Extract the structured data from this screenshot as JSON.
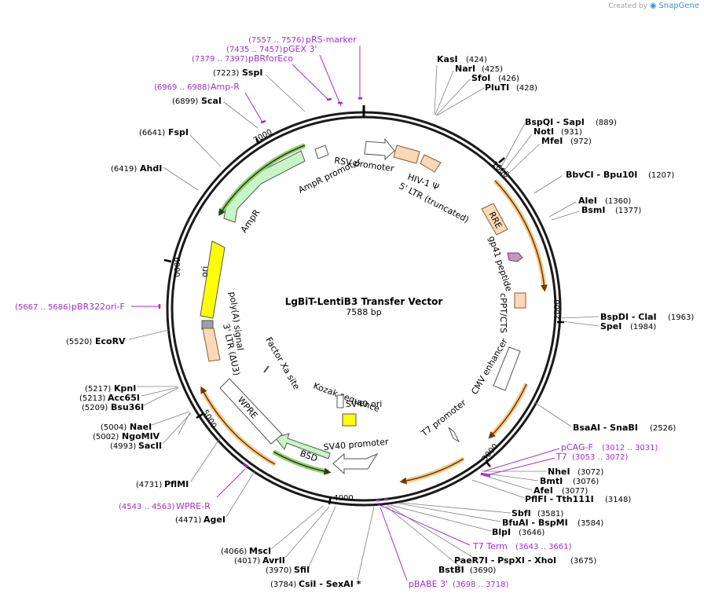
{
  "header": {
    "created_by": "Created by",
    "brand": "SnapGene"
  },
  "map": {
    "title": "LgBiT-LentiB3 Transfer Vector",
    "length": "7588 bp"
  },
  "ticks": [
    "1000",
    "2000",
    "3000",
    "4000",
    "5000",
    "6000",
    "7000"
  ],
  "enzymes": [
    {
      "name": "KasI",
      "pos": "(424)"
    },
    {
      "name": "NarI",
      "pos": "(425)"
    },
    {
      "name": "SfoI",
      "pos": "(426)"
    },
    {
      "name": "PluTI",
      "pos": "(428)"
    },
    {
      "name": "BspQI - SapI",
      "pos": "(889)"
    },
    {
      "name": "NotI",
      "pos": "(931)"
    },
    {
      "name": "MfeI",
      "pos": "(972)"
    },
    {
      "name": "BbvCI - Bpu10I",
      "pos": "(1207)"
    },
    {
      "name": "AleI",
      "pos": "(1360)"
    },
    {
      "name": "BsmI",
      "pos": "(1377)"
    },
    {
      "name": "BspDI - ClaI",
      "pos": "(1963)"
    },
    {
      "name": "SpeI",
      "pos": "(1984)"
    },
    {
      "name": "BsaAI - SnaBI",
      "pos": "(2526)"
    },
    {
      "name": "NheI",
      "pos": "(3072)"
    },
    {
      "name": "BmtI",
      "pos": "(3076)"
    },
    {
      "name": "AfeI",
      "pos": "(3077)"
    },
    {
      "name": "PflFI - Tth111I",
      "pos": "(3148)"
    },
    {
      "name": "SbfI",
      "pos": "(3581)"
    },
    {
      "name": "BfuAI - BspMI",
      "pos": "(3584)"
    },
    {
      "name": "BlpI",
      "pos": "(3646)"
    },
    {
      "name": "PaeR7I - PspXI - XhoI",
      "pos": "(3675)"
    },
    {
      "name": "BstBI",
      "pos": "(3690)"
    },
    {
      "name": "CsiI - SexAI *",
      "pos": "(3784)"
    },
    {
      "name": "SfiI",
      "pos": "(3970)"
    },
    {
      "name": "AvrII",
      "pos": "(4017)"
    },
    {
      "name": "MscI",
      "pos": "(4066)"
    },
    {
      "name": "AgeI",
      "pos": "(4471)"
    },
    {
      "name": "PflMI",
      "pos": "(4731)"
    },
    {
      "name": "SacII",
      "pos": "(4993)"
    },
    {
      "name": "NgoMIV",
      "pos": "(5002)"
    },
    {
      "name": "NaeI",
      "pos": "(5004)"
    },
    {
      "name": "Bsu36I",
      "pos": "(5209)"
    },
    {
      "name": "Acc65I",
      "pos": "(5213)"
    },
    {
      "name": "KpnI",
      "pos": "(5217)"
    },
    {
      "name": "EcoRV",
      "pos": "(5520)"
    },
    {
      "name": "AhdI",
      "pos": "(6419)"
    },
    {
      "name": "FspI",
      "pos": "(6641)"
    },
    {
      "name": "ScaI",
      "pos": "(6899)"
    },
    {
      "name": "SspI",
      "pos": "(7223)"
    }
  ],
  "primers": [
    {
      "name": "pRS-marker",
      "range": "(7557 .. 7576)"
    },
    {
      "name": "pGEX 3'",
      "range": "(7435 .. 7457)"
    },
    {
      "name": "pBRforEco",
      "range": "(7379 .. 7397)"
    },
    {
      "name": "Amp-R",
      "range": "(6969 .. 6988)"
    },
    {
      "name": "pBR322ori-F",
      "range": "(5667 .. 5686)"
    },
    {
      "name": "WPRE-R",
      "range": "(4543 .. 4563)"
    },
    {
      "name": "pCAG-F",
      "range": "(3012 .. 3031)"
    },
    {
      "name": "T7",
      "range": "(3053 .. 3072)"
    },
    {
      "name": "T7 Term",
      "range": "(3643 .. 3661)"
    },
    {
      "name": "pBABE 3'",
      "range": "(3698 .. 3718)"
    }
  ],
  "features": {
    "rsv_promoter": "RSV promoter",
    "hiv_psi": "HIV-1 Ψ",
    "ltr5": "5' LTR (truncated)",
    "rre": "RRE",
    "gp41": "gp41 peptide",
    "cppt": "cPPT/CTS",
    "cmv": "CMV enhancer",
    "t7_promoter": "T7 promoter",
    "kozak": "Kozak sequence",
    "sv40_ori": "SV40 ori",
    "sv40_promoter": "SV40 promoter",
    "bsd": "BSD",
    "wpre": "WPRE",
    "factor_xa": "Factor Xa site",
    "ltr3": "3' LTR (ΔU3)",
    "polya": "poly(A) signal",
    "ori": "ori",
    "ampr": "AmpR",
    "ampr_promoter": "AmpR promoter"
  },
  "colors": {
    "backbone": "#1a1a1a",
    "primer": "#a32fd0",
    "promoter_fill": "#ffffff",
    "ltr_fill": "#fbd9b8",
    "marker_fill": "#c8f5c8",
    "ori_fill": "#ffff00",
    "highlight_orange": "#f6c98b",
    "highlight_green": "#8fcf6f"
  }
}
